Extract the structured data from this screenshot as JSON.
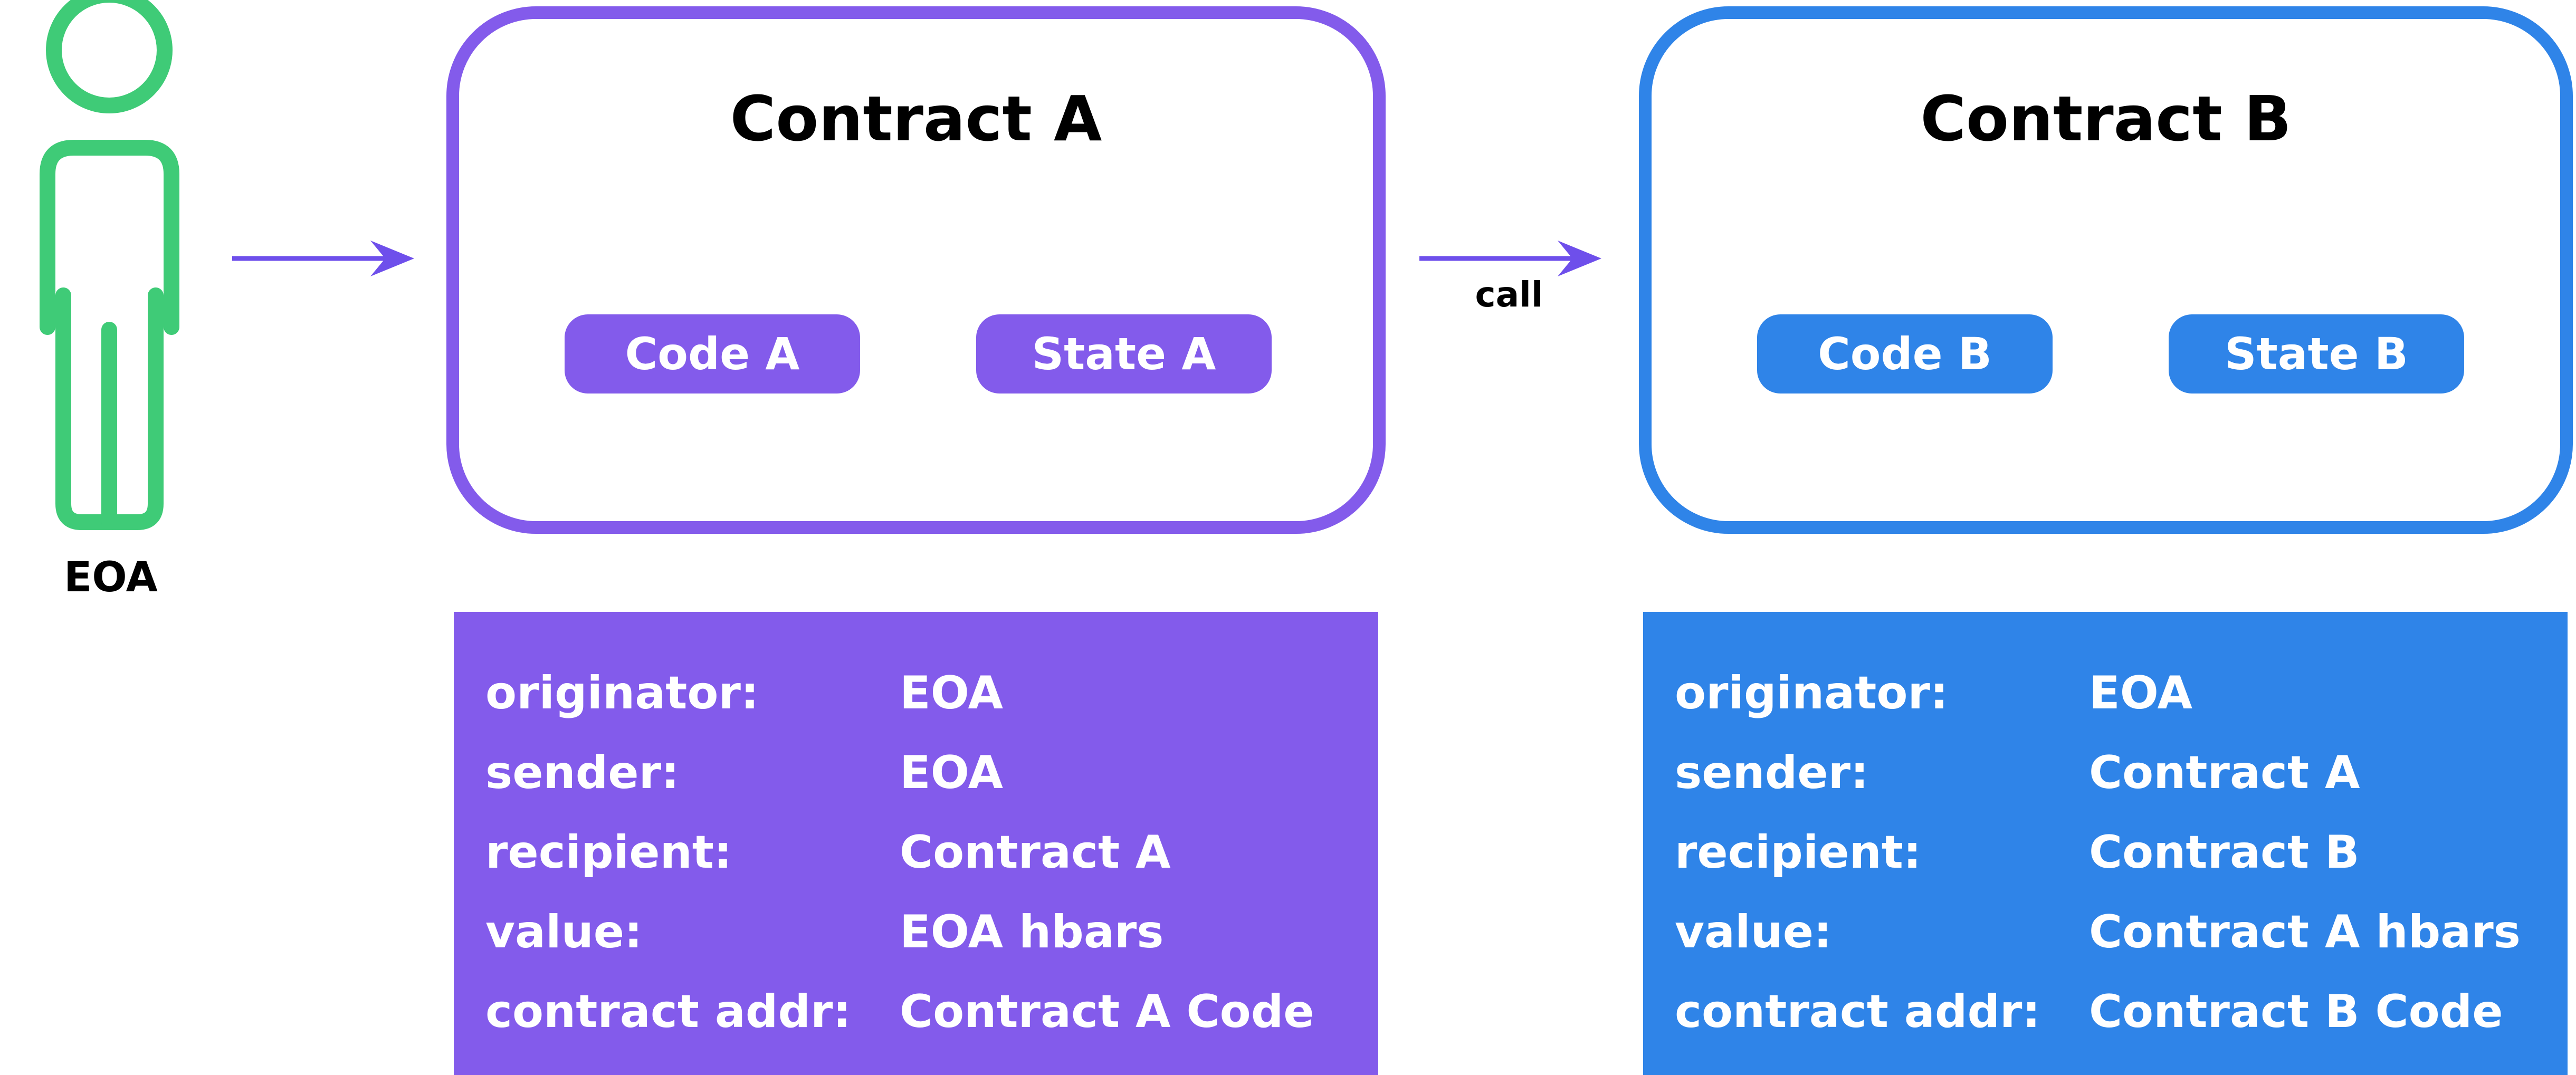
{
  "colors": {
    "contract_a": "#835BEB",
    "contract_b": "#2F84E8",
    "eoa": "#3FCB77",
    "arrow": "#6E4FEB"
  },
  "eoa": {
    "label": "EOA",
    "icon": "person-icon"
  },
  "call_label": "call",
  "contract_a": {
    "title": "Contract A",
    "code_label": "Code A",
    "state_label": "State A"
  },
  "contract_b": {
    "title": "Contract B",
    "code_label": "Code B",
    "state_label": "State B"
  },
  "context_a": {
    "rows": [
      {
        "key": "originator:",
        "value": "EOA"
      },
      {
        "key": "sender:",
        "value": "EOA"
      },
      {
        "key": "recipient:",
        "value": "Contract A"
      },
      {
        "key": "value:",
        "value": "EOA hbars"
      },
      {
        "key": "contract addr:",
        "value": "Contract A Code"
      }
    ]
  },
  "context_b": {
    "rows": [
      {
        "key": "originator:",
        "value": "EOA"
      },
      {
        "key": "sender:",
        "value": "Contract A"
      },
      {
        "key": "recipient:",
        "value": "Contract B"
      },
      {
        "key": "value:",
        "value": "Contract A hbars"
      },
      {
        "key": "contract addr:",
        "value": "Contract B Code"
      }
    ]
  }
}
